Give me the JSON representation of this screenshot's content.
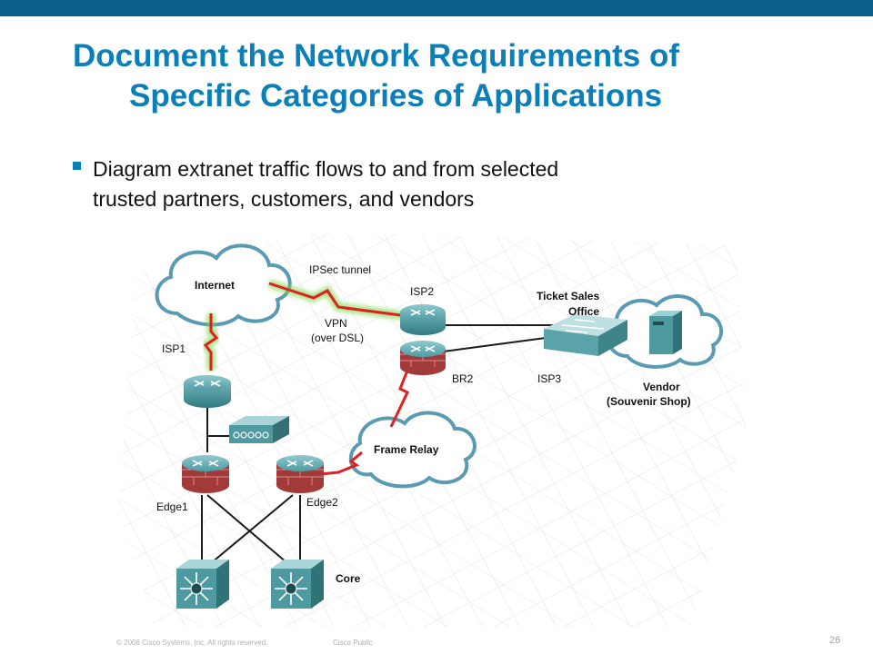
{
  "slide": {
    "title_line1": "Document the Network Requirements of",
    "title_line2": "Specific Categories of Applications",
    "bullet": "Diagram extranet traffic flows to and from selected",
    "bullet_line2": "trusted partners, customers, and vendors",
    "footer_copyright": "© 2006 Cisco Systems, Inc. All rights reserved.",
    "footer_classification": "Cisco Public",
    "page_number": "26"
  },
  "colors": {
    "title": "#0a7fb8",
    "top_bar": "#0b5f8a",
    "bullet_marker": "#0a7fb8",
    "device": "#3f8f94",
    "firewall": "#a33a3a",
    "cloud_stroke": "#5a9ab3",
    "serial_link": "#e02020",
    "vpn_glow": "#7ad64a"
  },
  "diagram": {
    "labels": {
      "internet": "Internet",
      "ipsec": "IPSec tunnel",
      "isp2": "ISP2",
      "ticket_line1": "Ticket Sales",
      "ticket_line2": "Office",
      "vpn_line1": "VPN",
      "vpn_line2": "(over DSL)",
      "isp1": "ISP1",
      "br2": "BR2",
      "isp3": "ISP3",
      "vendor_line1": "Vendor",
      "vendor_line2": "(Souvenir Shop)",
      "frame_relay": "Frame Relay",
      "edge1": "Edge1",
      "edge2": "Edge2",
      "core": "Core"
    }
  }
}
